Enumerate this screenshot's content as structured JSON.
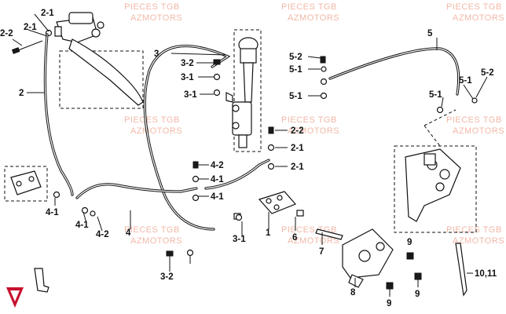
{
  "watermark": {
    "line1": "PIECES TGB",
    "line2": "AZMOTORS"
  },
  "parts": {
    "p1": "1",
    "p2": "2",
    "p3": "3",
    "p4": "4",
    "p5": "5",
    "p6": "6",
    "p7": "7",
    "p8": "8",
    "p9": "9",
    "p21": "2-1",
    "p22": "2-2",
    "p31": "3-1",
    "p32": "3-2",
    "p41": "4-1",
    "p42": "4-2",
    "p51": "5-1",
    "p52": "5-2",
    "p1011": "10,11"
  },
  "colors": {
    "watermark": "#f2b8a8",
    "logo": "#c8102e",
    "ink": "#111111"
  }
}
